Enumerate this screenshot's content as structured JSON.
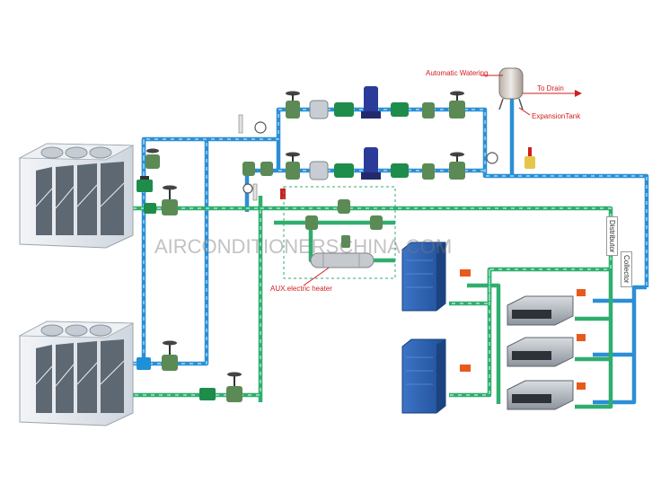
{
  "labels": {
    "automatic_watering": "Automatic Watering",
    "to_drain": "To Drain",
    "expansion_tank": "ExpansionTank",
    "aux_heater": "AUX.electric heater",
    "distributor": "Distributor",
    "collector": "Collector"
  },
  "watermark": "AIRCONDITIONERSCHINA.COM",
  "colors": {
    "supply_pipe": "#2b8fd6",
    "return_pipe": "#2fae6e",
    "label_red": "#d21e1e",
    "chiller_body": "#dfe4ea",
    "ahu_blue": "#2a5fb0",
    "pump_blue": "#2b3b9a",
    "valve_green": "#5b8a55"
  }
}
